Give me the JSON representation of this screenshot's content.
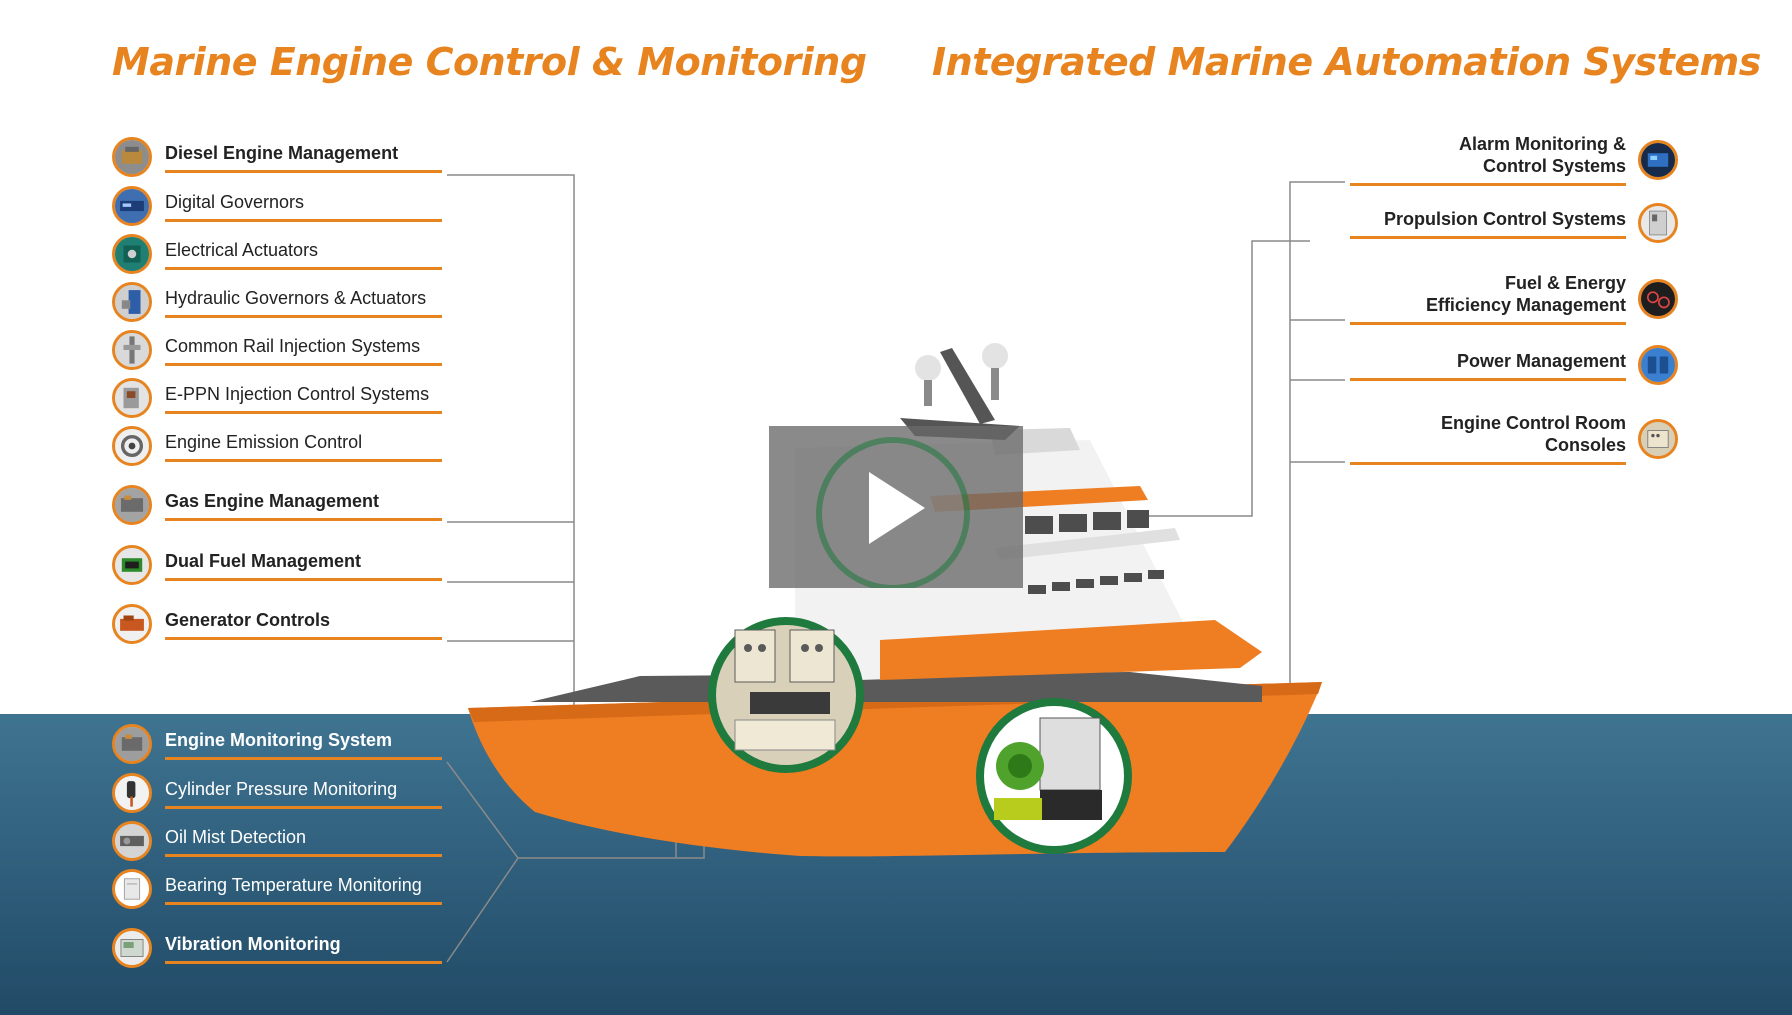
{
  "headings": {
    "left": "Marine Engine Control & Monitoring",
    "right": "Integrated Marine Automation Systems"
  },
  "left_items": [
    {
      "label": "Diesel Engine Management",
      "bold": true,
      "icon": "diesel-engine-icon"
    },
    {
      "label": "Digital Governors",
      "bold": false,
      "icon": "digital-governor-icon"
    },
    {
      "label": "Electrical Actuators",
      "bold": false,
      "icon": "electrical-actuator-icon"
    },
    {
      "label": "Hydraulic Governors & Actuators",
      "bold": false,
      "icon": "hydraulic-governor-icon"
    },
    {
      "label": "Common Rail Injection Systems",
      "bold": false,
      "icon": "common-rail-icon"
    },
    {
      "label": "E-PPN Injection Control Systems",
      "bold": false,
      "icon": "eppn-injection-icon"
    },
    {
      "label": "Engine Emission Control",
      "bold": false,
      "icon": "emission-control-icon"
    },
    {
      "label": "Gas Engine Management",
      "bold": true,
      "icon": "gas-engine-icon"
    },
    {
      "label": "Dual Fuel Management",
      "bold": true,
      "icon": "dual-fuel-icon"
    },
    {
      "label": "Generator Controls",
      "bold": true,
      "icon": "generator-icon"
    }
  ],
  "sea_items": [
    {
      "label": "Engine Monitoring System",
      "bold": true,
      "icon": "engine-monitoring-icon"
    },
    {
      "label": "Cylinder Pressure Monitoring",
      "bold": false,
      "icon": "cylinder-pressure-icon"
    },
    {
      "label": "Oil Mist Detection",
      "bold": false,
      "icon": "oil-mist-icon"
    },
    {
      "label": "Bearing Temperature Monitoring",
      "bold": false,
      "icon": "bearing-temperature-icon"
    },
    {
      "label": "Vibration Monitoring",
      "bold": true,
      "icon": "vibration-icon"
    }
  ],
  "right_items": [
    {
      "label1": "Alarm Monitoring &",
      "label2": "Control Systems",
      "icon": "alarm-monitoring-icon"
    },
    {
      "label1": "Propulsion Control Systems",
      "label2": "",
      "icon": "propulsion-control-icon"
    },
    {
      "label1": "Fuel & Energy",
      "label2": "Efficiency Management",
      "icon": "fuel-energy-icon"
    },
    {
      "label1": "Power Management",
      "label2": "",
      "icon": "power-management-icon"
    },
    {
      "label1": "Engine Control Room",
      "label2": "Consoles",
      "icon": "control-room-icon"
    }
  ],
  "colors": {
    "accent": "#e8841f",
    "sea": "#2e5d7a",
    "hull": "#ef7d22",
    "ring": "#1f7a3d"
  },
  "video": {
    "play_icon": "play-icon"
  }
}
